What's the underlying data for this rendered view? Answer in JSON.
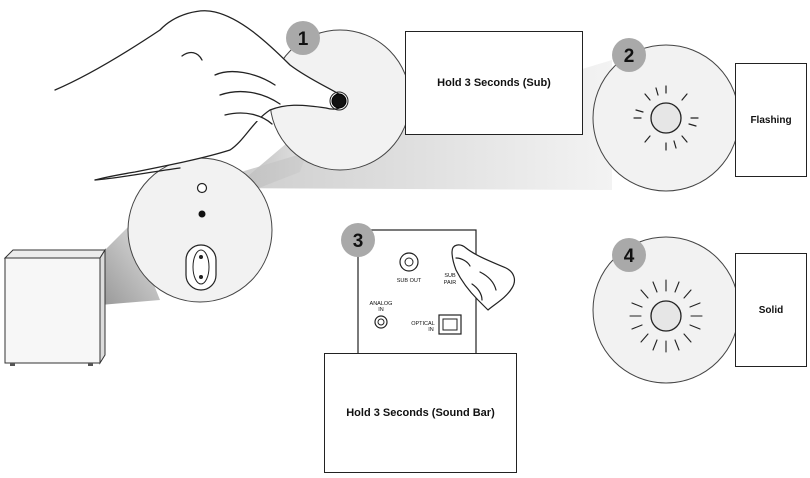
{
  "steps": [
    {
      "number": "1",
      "label": "Hold 3 Seconds (Sub)"
    },
    {
      "number": "2",
      "label": "Flashing"
    },
    {
      "number": "3",
      "label": "Hold 3 Seconds (Sound Bar)"
    },
    {
      "number": "4",
      "label": "Solid"
    }
  ],
  "panel": {
    "sub_out": "SUB OUT",
    "sub_pair_line1": "SUB",
    "sub_pair_line2": "PAIR",
    "analog_in_line1": "ANALOG",
    "analog_in_line2": "IN",
    "optical_in_line1": "OPTICAL",
    "optical_in_line2": "IN"
  },
  "colors": {
    "badge": "#a9a9a9",
    "circle_fill": "#f2f2f2",
    "led_fill": "#e6e6e6",
    "outline": "#222222"
  }
}
